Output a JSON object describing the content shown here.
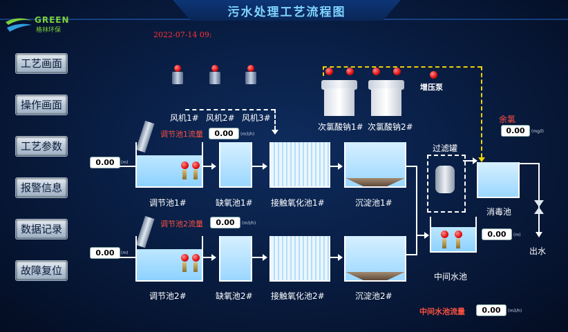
{
  "header": {
    "title": "污水处理工艺流程图",
    "date": "2022-07-14   09:"
  },
  "logo": {
    "brand": "GREEN",
    "sub": "格林环保"
  },
  "nav": [
    "工艺画面",
    "操作画面",
    "工艺参数",
    "报警信息",
    "数据记录",
    "故障复位"
  ],
  "blowers": [
    "风机1#",
    "风机2#",
    "风机3#"
  ],
  "dosers": [
    "次氯酸钠1#",
    "次氯酸钠2#"
  ],
  "booster_label": "增压泵",
  "line1": {
    "flow_label": "调节池1流量",
    "flow_value": "0.00",
    "flow_unit": "(m3/h)",
    "level_value": "0.00",
    "level_unit": "(m)",
    "tanks": [
      "调节池1#",
      "缺氧池1#",
      "接触氧化池1#",
      "沉淀池1#"
    ]
  },
  "line2": {
    "flow_label": "调节池2流量",
    "flow_value": "0.00",
    "flow_unit": "(m3/h)",
    "level_value": "0.00",
    "level_unit": "(m)",
    "tanks": [
      "调节池2#",
      "缺氧池2#",
      "接触氧化池2#",
      "沉淀池2#"
    ]
  },
  "filter_label": "过滤罐",
  "chlorine": {
    "label": "余氯",
    "value": "0.00",
    "unit": "(mg/l)"
  },
  "disinfect_label": "消毒池",
  "middle": {
    "label": "中间水池",
    "level_value": "0.00",
    "level_unit": "(m)",
    "flow_label": "中间水池流量",
    "flow_value": "0.00",
    "flow_unit": "(m3/h)"
  },
  "outlet_label": "出水"
}
